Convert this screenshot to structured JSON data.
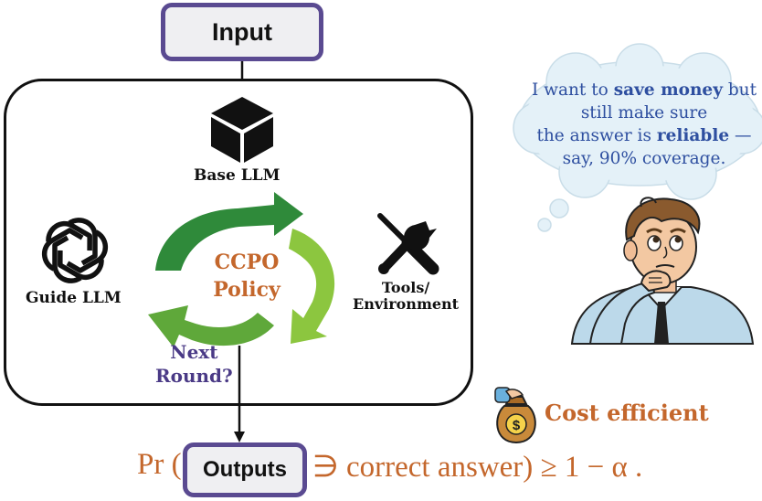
{
  "input": {
    "label": "Input"
  },
  "outputs": {
    "label": "Outputs"
  },
  "base_llm": {
    "label": "Base LLM",
    "icon": "cube-icon"
  },
  "guide_llm": {
    "label": "Guide LLM",
    "icon": "openai-knot-icon"
  },
  "tools": {
    "label_line1": "Tools/",
    "label_line2": "Environment",
    "icon": "wrench-screwdriver-icon"
  },
  "policy": {
    "line1": "CCPO",
    "line2": "Policy",
    "icon": "cycle-arrows-icon"
  },
  "next_round": {
    "line1": "Next",
    "line2": "Round?"
  },
  "thought": {
    "line1_pre": "I want to ",
    "line1_bold": "save money",
    "line1_post": " but",
    "line2": "still make sure",
    "line3_pre": "the answer is ",
    "line3_bold": "reliable",
    "line3_post": " —",
    "line4": "say, 90% coverage."
  },
  "cost": {
    "label": "Cost efficient",
    "icon": "money-bag-icon"
  },
  "formula": {
    "prefix": "Pr (",
    "suffix": "∋ correct answer) ≥ 1 − α ."
  },
  "colors": {
    "accent_orange": "#c4672c",
    "box_border_purple": "#5a4a91",
    "next_round_purple": "#4a3a86",
    "thought_blue": "#2e4fa0",
    "arrow_dark_green": "#2f8a3a",
    "arrow_light_green": "#8cc63f"
  }
}
